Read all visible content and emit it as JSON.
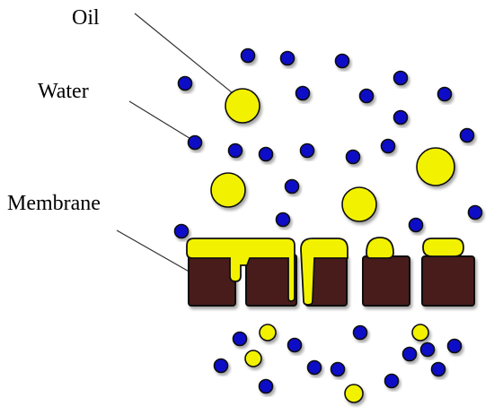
{
  "labels": {
    "oil": "Oil",
    "water": "Water",
    "membrane": "Membrane"
  },
  "colors": {
    "water": "#0a11c8",
    "oil": "#f2f200",
    "membrane": "#4a1a1a",
    "outline": "#111111"
  }
}
